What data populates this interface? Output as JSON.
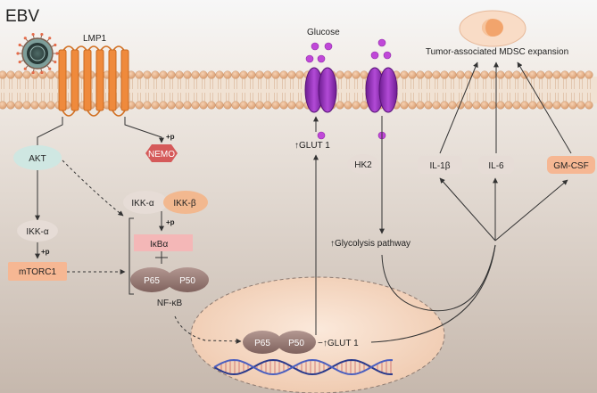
{
  "title": "EBV",
  "labels": {
    "lmp1": "LMP1",
    "glucose": "Glucose",
    "mdsc": "Tumor-associated MDSC expansion",
    "akt": "AKT",
    "nemo": "NEMO",
    "ikk_alpha_left": "IKK-α",
    "ikk_alpha": "IKK-α",
    "ikk_beta": "IKK-β",
    "ikb_alpha": "IκBα",
    "mtorc1": "mTORC1",
    "p65": "P65",
    "p50": "P50",
    "nfkb": "NF-κB",
    "hk2": "HK2",
    "glut1_up": "↑GLUT 1",
    "glycolysis": "↑Glycolysis pathway",
    "il1b": "IL-1β",
    "il6": "IL-6",
    "gmcsf": "GM-CSF",
    "nucleus_p65": "P65",
    "nucleus_p50": "P50",
    "nucleus_glut1": "−↑GLUT 1",
    "phos1": "+p",
    "phos2": "+p",
    "phos3": "+p"
  },
  "colors": {
    "membrane_head": "#e8b489",
    "membrane_tail": "#f3e0cf",
    "lmp1_orange": "#ef8a3c",
    "glut_purple": "#9b2fc0",
    "glucose_dot": "#c048d8",
    "nemo_red": "#d55a5a",
    "ikk_beta_orange": "#f2b88f",
    "ikb_pink": "#f4b7b7",
    "mtorc1_peach": "#f6b793",
    "p_subunit": "#9c7d78",
    "akt_mint": "#cfe7e2",
    "nucleus": "#f5d9c2"
  }
}
